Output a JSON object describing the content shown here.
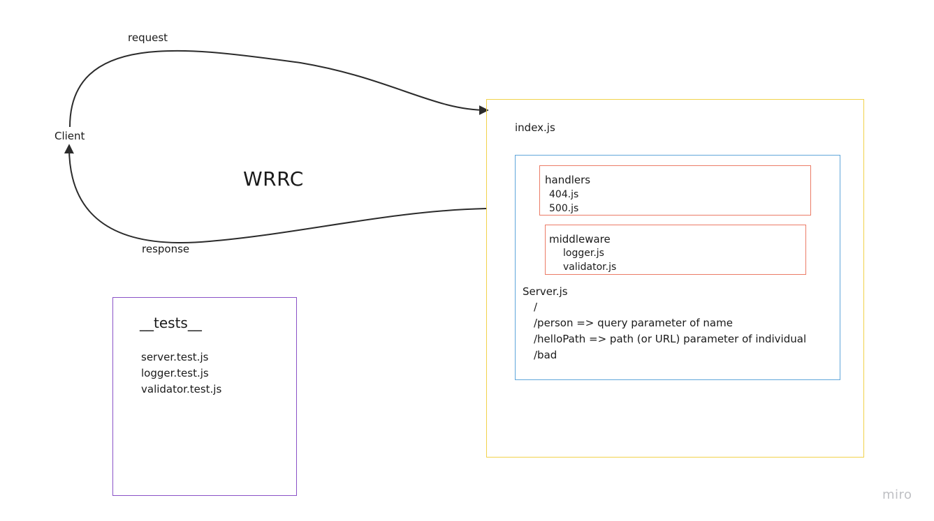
{
  "labels": {
    "request": "request",
    "response": "response",
    "client": "Client",
    "title": "WRRC"
  },
  "tests_box": {
    "title": "__tests__",
    "files": [
      "server.test.js",
      "logger.test.js",
      "validator.test.js"
    ]
  },
  "index_box": {
    "title": "index.js"
  },
  "handlers_box": {
    "title": "handlers",
    "files": [
      "404.js",
      "500.js"
    ]
  },
  "middleware_box": {
    "title": "middleware",
    "files": [
      "logger.js",
      "validator.js"
    ]
  },
  "server_box": {
    "title": "Server.js",
    "routes": [
      "/",
      "/person => query parameter of name",
      "/helloPath => path (or URL) parameter of individual",
      "/bad"
    ]
  },
  "brand": {
    "watermark": "miro"
  },
  "colors": {
    "index_border": "#f2d24b",
    "server_border": "#5fa6da",
    "module_border": "#eb7b66",
    "tests_border": "#8a52c7",
    "arrow": "#2b2b2b"
  }
}
